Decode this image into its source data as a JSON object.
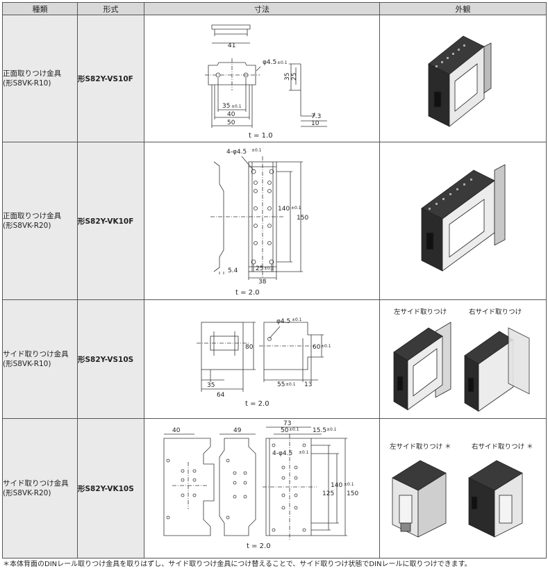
{
  "headers": {
    "col1": "種類",
    "col2": "形式",
    "col3": "寸法",
    "col4": "外観"
  },
  "rows": [
    {
      "category_line1": "正面取りつけ金具",
      "category_line2": "(形S8VK-R10)",
      "model": "形S82Y-VS10F",
      "dims": {
        "d41": "41",
        "dhole": "φ4.5",
        "dhole_tol": "±0.1",
        "d35t": "35",
        "d35t_tol": "±0.1",
        "d40": "40",
        "d50": "50",
        "d35v": "35",
        "d25v": "25",
        "d7_3": "7.3",
        "d10": "10"
      },
      "thickness": "t = 1.0"
    },
    {
      "category_line1": "正面取りつけ金具",
      "category_line2": "(形S8VK-R20)",
      "model": "形S82Y-VK10F",
      "dims": {
        "dhole": "4-φ4.5",
        "dhole_tol": "±0.1",
        "d140": "140",
        "d140_tol": "±0.1",
        "d150": "150",
        "d5_4": "5.4",
        "d25": "25",
        "d25_tol": "±0.1",
        "d38": "38"
      },
      "thickness": "t = 2.0"
    },
    {
      "category_line1": "サイド取りつけ金具",
      "category_line2": "(形S8VK-R10)",
      "model": "形S82Y-VS10S",
      "label_left": "左サイド取りつけ",
      "label_right": "右サイド取りつけ",
      "dims": {
        "d80": "80",
        "d35": "35",
        "d64": "64",
        "dhole": "φ4.5",
        "dhole_tol": "±0.1",
        "d60": "60",
        "d60_tol": "±0.1",
        "d55": "55",
        "d55_tol": "±0.1",
        "d13": "13"
      },
      "thickness": "t = 2.0"
    },
    {
      "category_line1": "サイド取りつけ金具",
      "category_line2": "(形S8VK-R20)",
      "model": "形S82Y-VK10S",
      "label_left": "左サイド取りつけ ＊",
      "label_right": "右サイド取りつけ ＊",
      "dims": {
        "d40": "40",
        "d49": "49",
        "d73": "73",
        "d50": "50",
        "d50_tol": "±0.1",
        "d15_5": "15.5",
        "d15_5_tol": "±0.1",
        "dhole": "4-φ4.5",
        "dhole_tol": "±0.1",
        "d140": "140",
        "d140_tol": "±0.1",
        "d125": "125",
        "d150": "150"
      },
      "thickness": "t = 2.0"
    }
  ],
  "footnote": "＊本体背面のDINレール取りつけ金具を取りはずし、サイド取りつけ金具につけ替えることで、サイド取りつけ状態でDINレールに取りつけできます。"
}
